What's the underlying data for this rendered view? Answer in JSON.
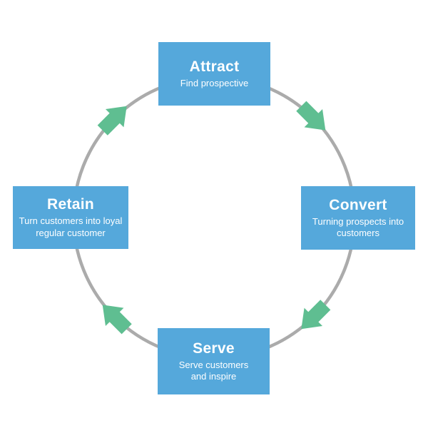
{
  "diagram": {
    "type": "cycle",
    "direction": "clockwise",
    "colors": {
      "box_blue": "#55A8DB",
      "arrow_green": "#5FBE91",
      "ring_gray": "#ABABAB",
      "text_white": "#FFFFFF"
    },
    "stages": [
      {
        "label": "Attract",
        "description": "Find prospective",
        "position": "top"
      },
      {
        "label": "Convert",
        "description": "Turning prospects into customers",
        "position": "right"
      },
      {
        "label": "Serve",
        "description": "Serve customers and inspire",
        "position": "bottom"
      },
      {
        "label": "Retain",
        "description": "Turn customers into loyal regular customer",
        "position": "left"
      }
    ],
    "flow": [
      {
        "from": "Attract",
        "to": "Convert"
      },
      {
        "from": "Convert",
        "to": "Serve"
      },
      {
        "from": "Serve",
        "to": "Retain"
      },
      {
        "from": "Retain",
        "to": "Attract"
      }
    ]
  }
}
